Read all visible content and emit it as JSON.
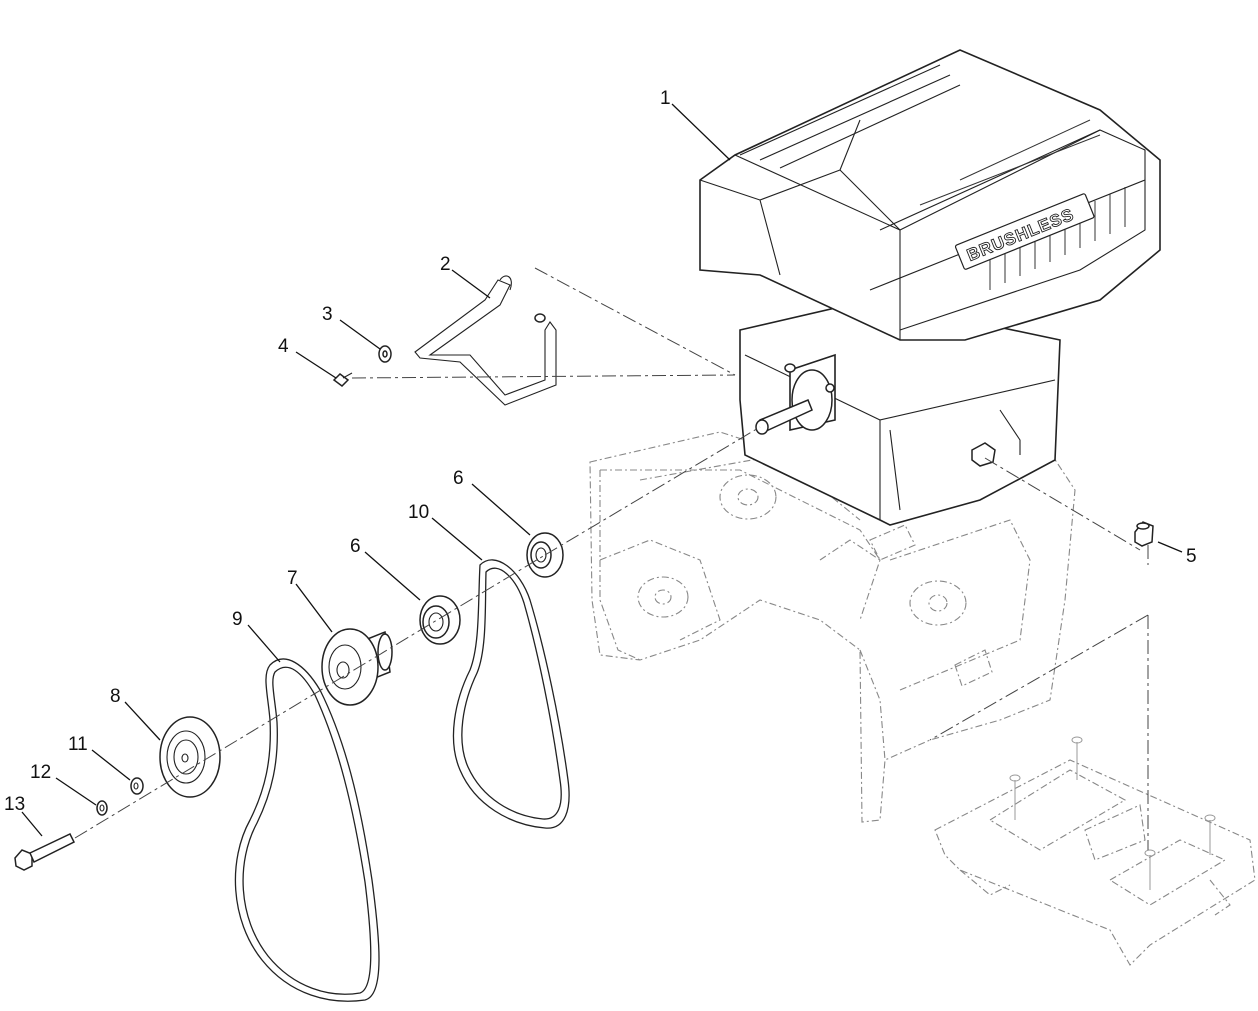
{
  "diagram": {
    "motor_logo_text": "BRUSHLESS",
    "callouts": [
      {
        "id": "1",
        "label": "1"
      },
      {
        "id": "2",
        "label": "2"
      },
      {
        "id": "3",
        "label": "3"
      },
      {
        "id": "4",
        "label": "4"
      },
      {
        "id": "5",
        "label": "5"
      },
      {
        "id": "6a",
        "label": "6"
      },
      {
        "id": "6b",
        "label": "6"
      },
      {
        "id": "7",
        "label": "7"
      },
      {
        "id": "8",
        "label": "8"
      },
      {
        "id": "9",
        "label": "9"
      },
      {
        "id": "10",
        "label": "10"
      },
      {
        "id": "11",
        "label": "11"
      },
      {
        "id": "12",
        "label": "12"
      },
      {
        "id": "13",
        "label": "13"
      }
    ]
  }
}
